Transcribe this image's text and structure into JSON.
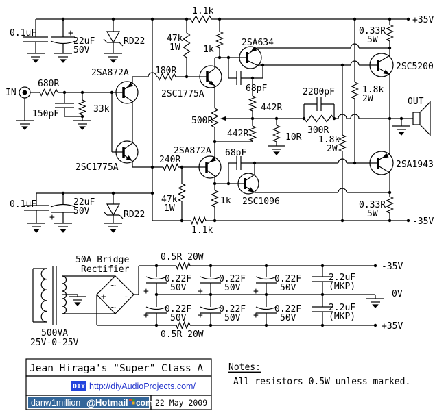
{
  "colors": {
    "wire": "#000000",
    "background": "#ffffff",
    "link": "#2233cc",
    "diy_badge_bg": "#2244dd",
    "email_badge_bg": "#336699",
    "badge_text": "#ffffff"
  },
  "labels": {
    "in": "IN",
    "out": "OUT",
    "plus35": "+35V",
    "minus35": "-35V",
    "plus": "+",
    "minus": "-",
    "tilde": "~",
    "c01": "0.1uF",
    "c22": "22uF",
    "v50": "50V",
    "rd22": "RD22",
    "r680": "680R",
    "c150": "150pF",
    "r33k": "33k",
    "r180": "180R",
    "r47k": "47k",
    "w1": "1W",
    "r1k1": "1.1k",
    "r1k": "1k",
    "r240": "240R",
    "r500": "500R",
    "r442": "442R",
    "r10": "10R",
    "c2200": "2200pF",
    "r300": "300R",
    "c68": "68pF",
    "r1k8": "1.8k",
    "w2": "2W",
    "r033": "0.33R",
    "w5": "5W",
    "q2sa872a": "2SA872A",
    "q2sc1775a": "2SC1775A",
    "q2sa634": "2SA634",
    "q2sc1096": "2SC1096",
    "q2sc5200": "2SC5200",
    "q2sa1943": "2SA1943"
  },
  "psu": {
    "bridge_line1": "50A Bridge",
    "bridge_line2": "Rectifier",
    "r_ballast": "0.5R 20W",
    "cap_f": "0.22F",
    "cap_v": "50V",
    "cap_mkp_f": "2.2uF",
    "cap_mkp_type": "(MKP)",
    "xfmr_va": "500VA",
    "xfmr_volts": "25V-0-25V",
    "rail_neg": "-35V",
    "rail_zero": "0V",
    "rail_pos": "+35V"
  },
  "title_block": {
    "title": "Jean Hiraga's \"Super\" Class A",
    "diy_badge": "DIY",
    "url": "http://diyAudioProjects.com/",
    "email_user": "danw1million",
    "email_at": "@",
    "email_host": "Hotmail",
    "email_tld": "com",
    "date": "22 May 2009"
  },
  "notes": {
    "heading": "Notes:",
    "body": "All resistors 0.5W unless marked."
  }
}
